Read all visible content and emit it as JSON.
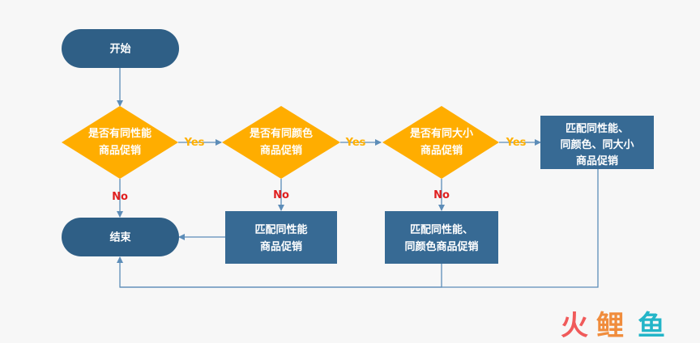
{
  "colors": {
    "terminal": "#2f5f86",
    "process": "#376a94",
    "decision": "#ffad00",
    "line": "#5d8db8",
    "yes": "#ffb000",
    "no": "#e02020"
  },
  "flow": {
    "start": "开始",
    "end": "结束",
    "decision1": {
      "line1": "是否有同性能",
      "line2": "商品促销"
    },
    "decision2": {
      "line1": "是否有同颜色",
      "line2": "商品促销"
    },
    "decision3": {
      "line1": "是否有同大小",
      "line2": "商品促销"
    },
    "process1": {
      "line1": "匹配同性能",
      "line2": "商品促销"
    },
    "process2": {
      "line1": "匹配同性能、",
      "line2": "同颜色商品促销"
    },
    "process3": {
      "line1": "匹配同性能、",
      "line2": "同颜色、同大小",
      "line3": "商品促销"
    },
    "yes": "Yes",
    "no": "No"
  },
  "watermark": {
    "char1": "火",
    "char2": "鲤",
    "char3": "鱼"
  }
}
